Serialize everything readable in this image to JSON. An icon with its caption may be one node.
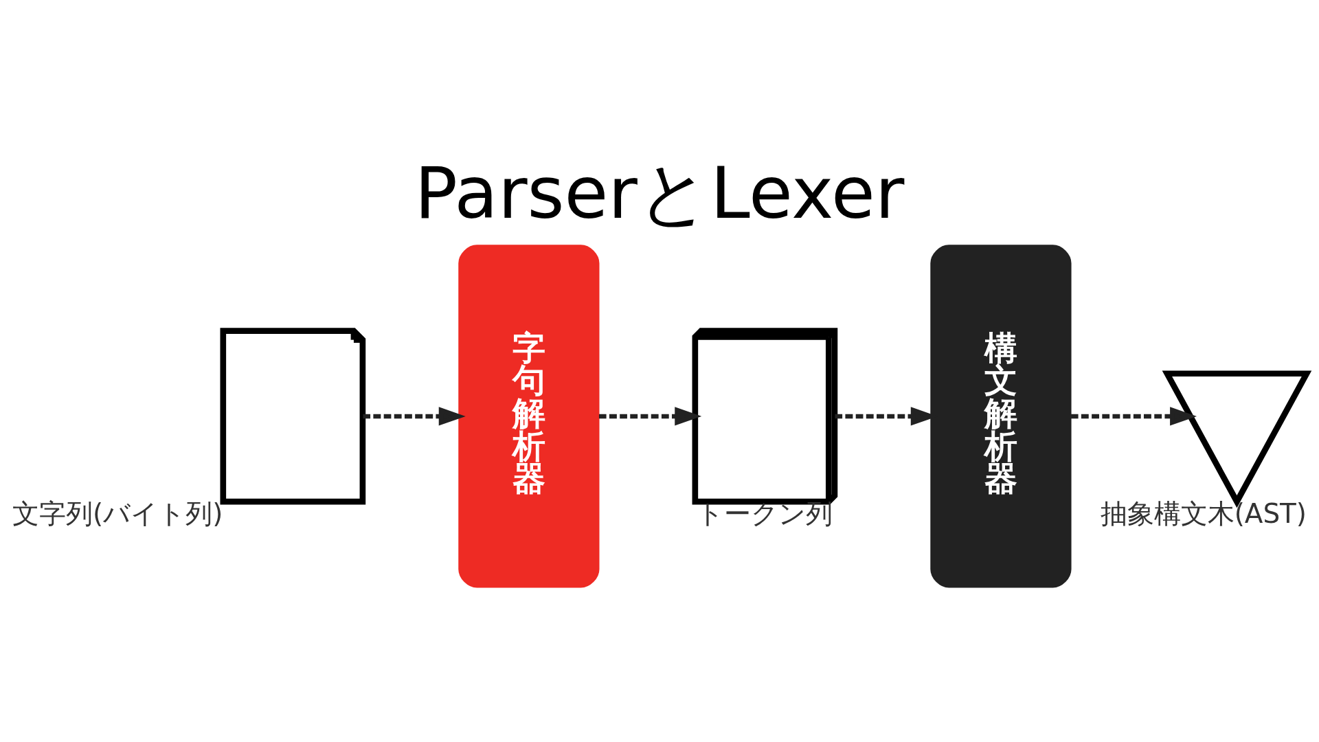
{
  "diagram": {
    "title": "ParserとLexer",
    "nodes": [
      {
        "text": [],
        "shape": "document",
        "beside": [
          "文字列(バイト列)"
        ]
      },
      {
        "text": [
          "字句解析器"
        ]
      },
      {
        "text": [],
        "shape": "layers",
        "beside": [
          "トークン列"
        ]
      },
      {
        "text": [
          "構文解析器"
        ]
      },
      {
        "text": [],
        "shape": "tree",
        "beside": [
          "抽象構文木(AST)"
        ]
      }
    ],
    "edges": [
      {
        "from": 0,
        "to": 1,
        "arrow": "to",
        "style": "dashed"
      },
      {
        "from": 1,
        "to": 2,
        "arrow": "to",
        "style": "dashed"
      },
      {
        "from": 2,
        "to": 3,
        "arrow": "to",
        "style": "dashed"
      },
      {
        "from": 3,
        "to": 4,
        "arrow": "to",
        "style": "dashed"
      }
    ]
  }
}
